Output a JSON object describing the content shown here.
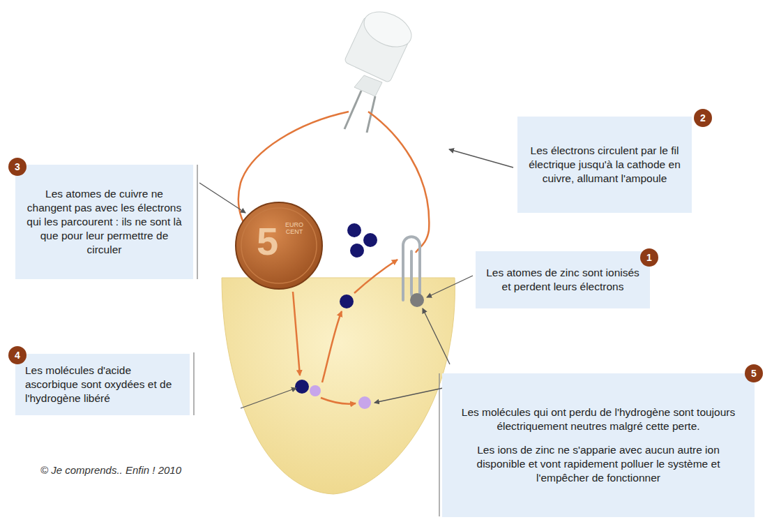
{
  "diagram": {
    "nodes": [
      {
        "text": [
          "Les électrons circulent par le fil électrique jusqu'à la cathode en cuivre, allumant l'ampoule"
        ]
      },
      {
        "text": [
          "Les atomes de cuivre ne changent pas avec les électrons qui les parcourent : ils ne sont là que pour leur permettre de circuler"
        ]
      },
      {
        "text": [
          "Les atomes de zinc sont ionisés et perdent leurs électrons"
        ]
      },
      {
        "text": [
          "Les molécules d'acide ascorbique sont oxydées et de l'hydrogène libéré"
        ]
      },
      {
        "text": [
          "Les molécules qui ont perdu de l'hydrogène sont toujours électriquement neutres malgré cette perte.",
          "Les ions de zinc ne s'apparie avec aucun autre ion disponible et vont rapidement polluer le système et l'empêcher de fonctionner"
        ]
      }
    ],
    "labels": [
      "2",
      "3",
      "1",
      "4",
      "5",
      "© Je comprends.. Enfin ! 2010",
      "5",
      "EURO CENT"
    ]
  }
}
